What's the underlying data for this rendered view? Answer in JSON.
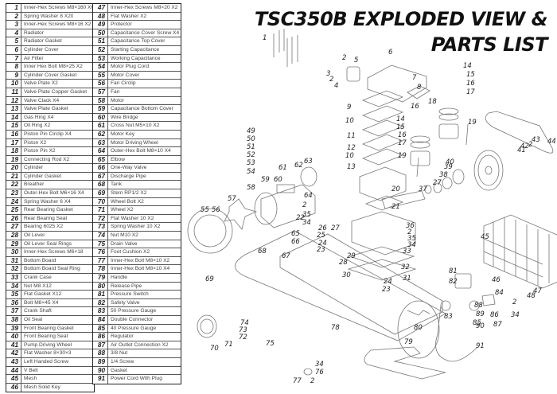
{
  "title": {
    "line1": "TSC350B EXPLODED VIEW &",
    "line2": "PARTS LIST"
  },
  "parts_left": [
    {
      "no": "1",
      "name": "Inner-Hex Screws M8×160  X6"
    },
    {
      "no": "2",
      "name": "Spring Washer 8  X20"
    },
    {
      "no": "3",
      "name": "Inner-Hex Screws M8×16  X2"
    },
    {
      "no": "4",
      "name": "Radiator"
    },
    {
      "no": "5",
      "name": "Radiator Gasket"
    },
    {
      "no": "6",
      "name": "Cylinder Cover"
    },
    {
      "no": "7",
      "name": "Air Filter"
    },
    {
      "no": "8",
      "name": "Inner Hex Bolt M8×25  X2"
    },
    {
      "no": "9",
      "name": "Cylinder Cover Gasket"
    },
    {
      "no": "10",
      "name": "Valve Plate  X2"
    },
    {
      "no": "11",
      "name": "Valve Plate Copper Gasket"
    },
    {
      "no": "12",
      "name": "Valve Clack  X4"
    },
    {
      "no": "13",
      "name": "Valve Plate Gasket"
    },
    {
      "no": "14",
      "name": "Gas Ring  X4"
    },
    {
      "no": "15",
      "name": "Oil Ring  X2"
    },
    {
      "no": "16",
      "name": "Piston Pin Circlip  X4"
    },
    {
      "no": "17",
      "name": "Piston  X2"
    },
    {
      "no": "18",
      "name": "Piston Pin  X2"
    },
    {
      "no": "19",
      "name": "Connecting Rod  X2"
    },
    {
      "no": "20",
      "name": "Cylinder"
    },
    {
      "no": "21",
      "name": "Cylinder Gasket"
    },
    {
      "no": "22",
      "name": "Breather"
    },
    {
      "no": "23",
      "name": "Outer-Hex Bolt M6×16  X4"
    },
    {
      "no": "24",
      "name": "Spring Washer 6  X4"
    },
    {
      "no": "25",
      "name": "Rear Bearing Gasket"
    },
    {
      "no": "26",
      "name": "Rear Bearing Seat"
    },
    {
      "no": "27",
      "name": "Bearing 6025  X2"
    },
    {
      "no": "28",
      "name": "Oil Lever"
    },
    {
      "no": "29",
      "name": "Oil Lever Seal Rings"
    },
    {
      "no": "30",
      "name": "Inner-Hex Screws M6×18"
    },
    {
      "no": "31",
      "name": "Bottom Board"
    },
    {
      "no": "32",
      "name": "Bottom Board Seal Ring"
    },
    {
      "no": "33",
      "name": "Crank Case"
    },
    {
      "no": "34",
      "name": "Nut M8  X12"
    },
    {
      "no": "35",
      "name": "Flat Gasket  X12"
    },
    {
      "no": "36",
      "name": "Bolt M8×45  X4"
    },
    {
      "no": "37",
      "name": "Crank Shaft"
    },
    {
      "no": "38",
      "name": "Oil Seal"
    },
    {
      "no": "39",
      "name": "Front Bearing Gasket"
    },
    {
      "no": "40",
      "name": "Front Bearing Seat"
    },
    {
      "no": "41",
      "name": "Pump Driving Wheel"
    },
    {
      "no": "42",
      "name": "Flat Washer 8×30×3"
    },
    {
      "no": "43",
      "name": "Left Handed Screw"
    },
    {
      "no": "44",
      "name": "V Belt"
    },
    {
      "no": "45",
      "name": "Mesh"
    },
    {
      "no": "46",
      "name": "Mesh Solid Key"
    }
  ],
  "parts_right": [
    {
      "no": "47",
      "name": "Inner-Hex Screws M8×20  X2"
    },
    {
      "no": "48",
      "name": "Flat Washer  X2"
    },
    {
      "no": "49",
      "name": "Protector"
    },
    {
      "no": "50",
      "name": "Capacitance Cover Screw  X4"
    },
    {
      "no": "51",
      "name": "Capacitance Top Cover"
    },
    {
      "no": "52",
      "name": "Starting Capacitance"
    },
    {
      "no": "53",
      "name": "Working Capacitance"
    },
    {
      "no": "54",
      "name": "Motor Plug Cord"
    },
    {
      "no": "55",
      "name": "Motor Cover"
    },
    {
      "no": "56",
      "name": "Fan Circlip"
    },
    {
      "no": "57",
      "name": "Fan"
    },
    {
      "no": "58",
      "name": "Motor"
    },
    {
      "no": "59",
      "name": "Capacitance Bottom Cover"
    },
    {
      "no": "60",
      "name": "Wire Bridge"
    },
    {
      "no": "61",
      "name": "Cross Nut M5×10  X2"
    },
    {
      "no": "62",
      "name": "Motor Key"
    },
    {
      "no": "63",
      "name": "Motor Driving Wheel"
    },
    {
      "no": "64",
      "name": "Outer-Hex Bolt M8×10  X4"
    },
    {
      "no": "65",
      "name": "Elbow"
    },
    {
      "no": "66",
      "name": "One-Way Valve"
    },
    {
      "no": "67",
      "name": "Discharge Pipe"
    },
    {
      "no": "68",
      "name": "Tank"
    },
    {
      "no": "69",
      "name": "Stem RP1/2  X2"
    },
    {
      "no": "70",
      "name": "Wheel Bolt  X2"
    },
    {
      "no": "71",
      "name": "Wheel  X2"
    },
    {
      "no": "72",
      "name": "Flat Washer 10  X2"
    },
    {
      "no": "73",
      "name": "Spring Washer 10  X2"
    },
    {
      "no": "74",
      "name": "Nut M10  X2"
    },
    {
      "no": "75",
      "name": "Drain Valve"
    },
    {
      "no": "76",
      "name": "Foot Cushion  X2"
    },
    {
      "no": "77",
      "name": "Inner-Hex Bolt M8×10  X2"
    },
    {
      "no": "78",
      "name": "Inner-Hex Bolt M8×10  X4"
    },
    {
      "no": "79",
      "name": "Handle"
    },
    {
      "no": "80",
      "name": "Release Pipe"
    },
    {
      "no": "81",
      "name": "Pressure Switch"
    },
    {
      "no": "82",
      "name": "Safety Valve"
    },
    {
      "no": "83",
      "name": "50 Pressure Gauge"
    },
    {
      "no": "84",
      "name": "Double Connector"
    },
    {
      "no": "85",
      "name": "40 Pressure Gauge"
    },
    {
      "no": "86",
      "name": "Regulator"
    },
    {
      "no": "87",
      "name": "Air Outlet Connection  X2"
    },
    {
      "no": "88",
      "name": "3/8 Nut"
    },
    {
      "no": "89",
      "name": "1/4 Screw"
    },
    {
      "no": "90",
      "name": "Gasket"
    },
    {
      "no": "91",
      "name": "Power Cord With Plug"
    }
  ],
  "callouts": [
    {
      "label": "1"
    },
    {
      "label": "2"
    },
    {
      "label": "3"
    },
    {
      "label": "2"
    },
    {
      "label": "4"
    },
    {
      "label": "5"
    },
    {
      "label": "6"
    },
    {
      "label": "7"
    },
    {
      "label": "8"
    },
    {
      "label": "9"
    },
    {
      "label": "10"
    },
    {
      "label": "11"
    },
    {
      "label": "12"
    },
    {
      "label": "10"
    },
    {
      "label": "13"
    },
    {
      "label": "14"
    },
    {
      "label": "15"
    },
    {
      "label": "16"
    },
    {
      "label": "17"
    },
    {
      "label": "18"
    },
    {
      "label": "16"
    },
    {
      "label": "19"
    },
    {
      "label": "14"
    },
    {
      "label": "15"
    },
    {
      "label": "16"
    },
    {
      "label": "17"
    },
    {
      "label": "19"
    },
    {
      "label": "20"
    },
    {
      "label": "21"
    },
    {
      "label": "49"
    },
    {
      "label": "50"
    },
    {
      "label": "51"
    },
    {
      "label": "52"
    },
    {
      "label": "53"
    },
    {
      "label": "54"
    },
    {
      "label": "61"
    },
    {
      "label": "62"
    },
    {
      "label": "63"
    },
    {
      "label": "60"
    },
    {
      "label": "59"
    },
    {
      "label": "58"
    },
    {
      "label": "57"
    },
    {
      "label": "56"
    },
    {
      "label": "55"
    },
    {
      "label": "64"
    },
    {
      "label": "2"
    },
    {
      "label": "35"
    },
    {
      "label": "34"
    },
    {
      "label": "22"
    },
    {
      "label": "26"
    },
    {
      "label": "27"
    },
    {
      "label": "25"
    },
    {
      "label": "24"
    },
    {
      "label": "23"
    },
    {
      "label": "29"
    },
    {
      "label": "28"
    },
    {
      "label": "33"
    },
    {
      "label": "32"
    },
    {
      "label": "31"
    },
    {
      "label": "30"
    },
    {
      "label": "24"
    },
    {
      "label": "23"
    },
    {
      "label": "36"
    },
    {
      "label": "2"
    },
    {
      "label": "35"
    },
    {
      "label": "34"
    },
    {
      "label": "44"
    },
    {
      "label": "43"
    },
    {
      "label": "2"
    },
    {
      "label": "42"
    },
    {
      "label": "41"
    },
    {
      "label": "40"
    },
    {
      "label": "39"
    },
    {
      "label": "38"
    },
    {
      "label": "27"
    },
    {
      "label": "37"
    },
    {
      "label": "45"
    },
    {
      "label": "65"
    },
    {
      "label": "66"
    },
    {
      "label": "67"
    },
    {
      "label": "68"
    },
    {
      "label": "69"
    },
    {
      "label": "74"
    },
    {
      "label": "73"
    },
    {
      "label": "72"
    },
    {
      "label": "71"
    },
    {
      "label": "70"
    },
    {
      "label": "75"
    },
    {
      "label": "78"
    },
    {
      "label": "34"
    },
    {
      "label": "76"
    },
    {
      "label": "77"
    },
    {
      "label": "2"
    },
    {
      "label": "79"
    },
    {
      "label": "80"
    },
    {
      "label": "81"
    },
    {
      "label": "82"
    },
    {
      "label": "46"
    },
    {
      "label": "84"
    },
    {
      "label": "83"
    },
    {
      "label": "88"
    },
    {
      "label": "89"
    },
    {
      "label": "90"
    },
    {
      "label": "85"
    },
    {
      "label": "86"
    },
    {
      "label": "87"
    },
    {
      "label": "34"
    },
    {
      "label": "2"
    },
    {
      "label": "48"
    },
    {
      "label": "47"
    },
    {
      "label": "91"
    }
  ]
}
